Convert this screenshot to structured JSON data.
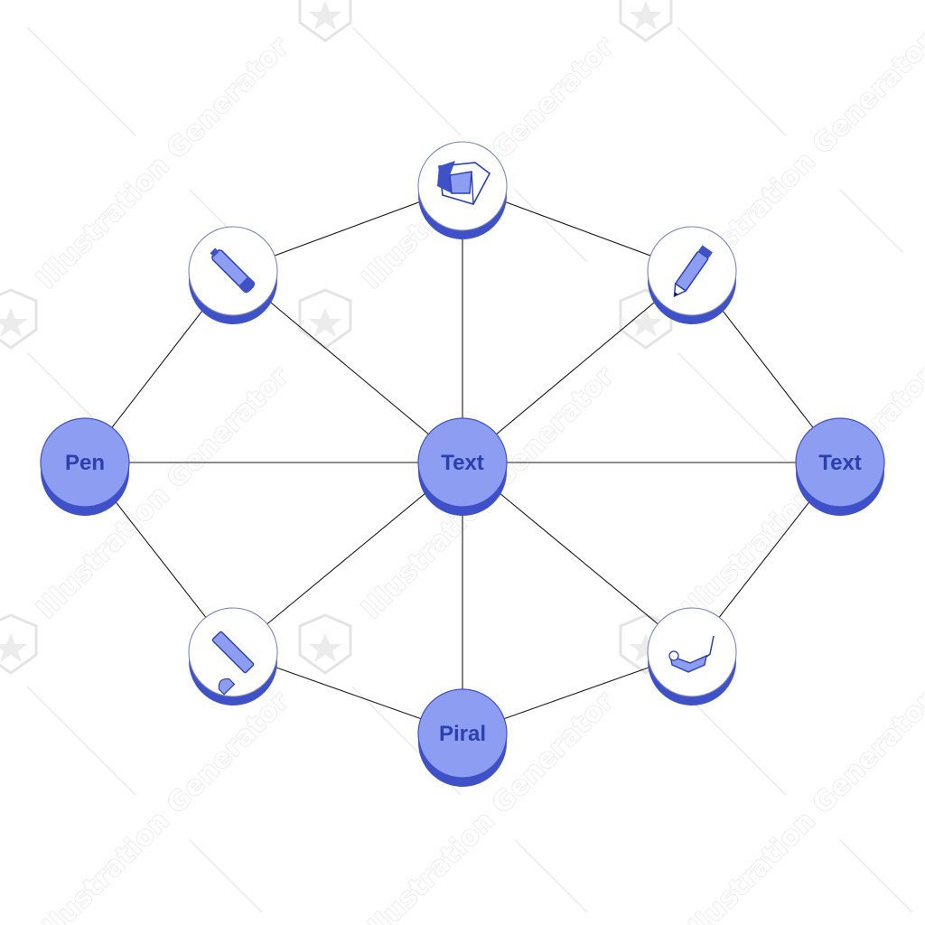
{
  "watermark": {
    "text": "Illustration Generator"
  },
  "colors": {
    "node_fill": "#8d9ef2",
    "node_side": "#3f51c8",
    "node_stroke": "#2b3fae",
    "icon_disc_fill": "#ffffff",
    "edge": "#1a1a1a",
    "label": "#2b3fae"
  },
  "diagram": {
    "nodes": [
      {
        "id": "center",
        "kind": "label",
        "label": "Text"
      },
      {
        "id": "top",
        "kind": "icon",
        "icon": "bag-clip-icon"
      },
      {
        "id": "upper-left",
        "kind": "icon",
        "icon": "marker-pen-icon"
      },
      {
        "id": "upper-right",
        "kind": "icon",
        "icon": "pencil-icon"
      },
      {
        "id": "left",
        "kind": "label",
        "label": "Pen"
      },
      {
        "id": "right",
        "kind": "label",
        "label": "Text"
      },
      {
        "id": "lower-left",
        "kind": "icon",
        "icon": "ruler-eraser-icon"
      },
      {
        "id": "lower-right",
        "kind": "icon",
        "icon": "tape-dispenser-icon"
      },
      {
        "id": "bottom",
        "kind": "label",
        "label": "Piral"
      }
    ],
    "edges": [
      [
        "top",
        "upper-left"
      ],
      [
        "top",
        "upper-right"
      ],
      [
        "top",
        "center"
      ],
      [
        "upper-left",
        "left"
      ],
      [
        "upper-left",
        "center"
      ],
      [
        "upper-right",
        "right"
      ],
      [
        "upper-right",
        "center"
      ],
      [
        "left",
        "center"
      ],
      [
        "right",
        "center"
      ],
      [
        "left",
        "lower-left"
      ],
      [
        "right",
        "lower-right"
      ],
      [
        "lower-left",
        "center"
      ],
      [
        "lower-right",
        "center"
      ],
      [
        "lower-left",
        "bottom"
      ],
      [
        "lower-right",
        "bottom"
      ],
      [
        "bottom",
        "center"
      ]
    ]
  }
}
